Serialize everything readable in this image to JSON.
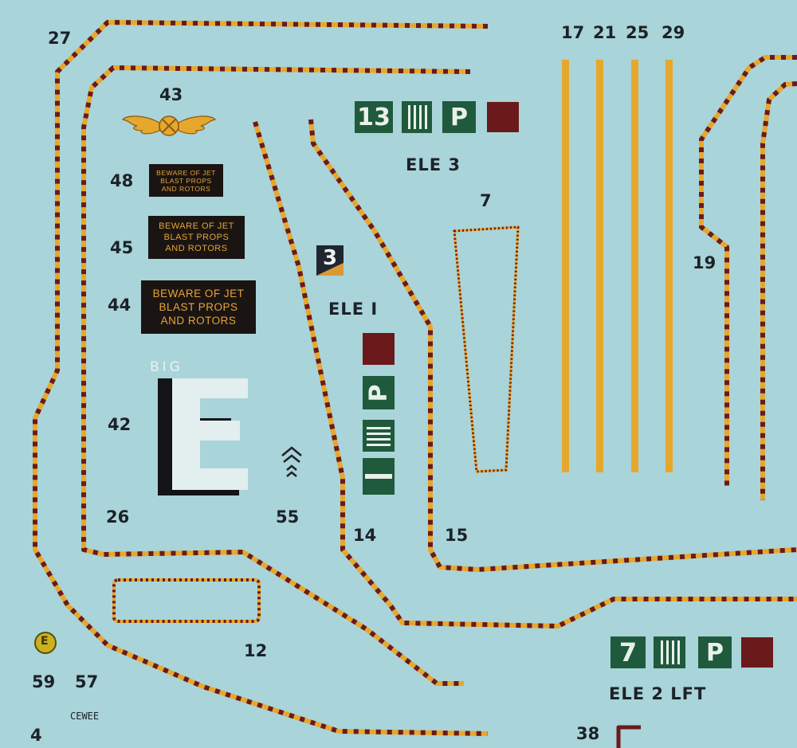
{
  "sheet": {
    "background": "#a9d4d9",
    "colors": {
      "deck_line_yellow": "#e6a82c",
      "deck_line_maroon": "#6b1a1c",
      "marker_green": "#1f5a3c",
      "marker_red": "#6b1a1c",
      "sign_background": "#1a1512",
      "sign_text": "#e8a33a"
    }
  },
  "numbers": {
    "n27": "27",
    "n43": "43",
    "n48": "48",
    "n45": "45",
    "n44": "44",
    "n42": "42",
    "n26": "26",
    "n55": "55",
    "n14": "14",
    "n15": "15",
    "n12": "12",
    "n59": "59",
    "n57": "57",
    "n4": "4",
    "n38": "38",
    "n7": "7",
    "n17": "17",
    "n21": "21",
    "n25": "25",
    "n29": "29",
    "n19": "19"
  },
  "labels": {
    "ele3": "ELE 3",
    "ele1": "ELE I",
    "ele2": "ELE 2 LFT"
  },
  "signs": {
    "small": [
      "BEWARE OF JET",
      "BLAST PROPS",
      "AND ROTORS"
    ],
    "medium": [
      "BEWARE OF JET",
      "BLAST PROPS",
      "AND ROTORS"
    ],
    "large": [
      "BEWARE OF JET",
      "BLAST PROPS",
      "AND ROTORS"
    ]
  },
  "markers": {
    "ele3": {
      "number": "13",
      "p": "P"
    },
    "ele1": {
      "number": "3",
      "p": "P"
    },
    "ele2": {
      "number": "7",
      "p": "P"
    }
  },
  "big_e": {
    "word": "BIG",
    "letter": "E"
  },
  "badge_59": {
    "letter": "E"
  },
  "small_text": {
    "cewee": "CEWEE"
  },
  "icons": {
    "wings": "aviator-wings-icon",
    "chevrons": "chevron-stack-icon",
    "e_badge": "circle-e-icon"
  }
}
